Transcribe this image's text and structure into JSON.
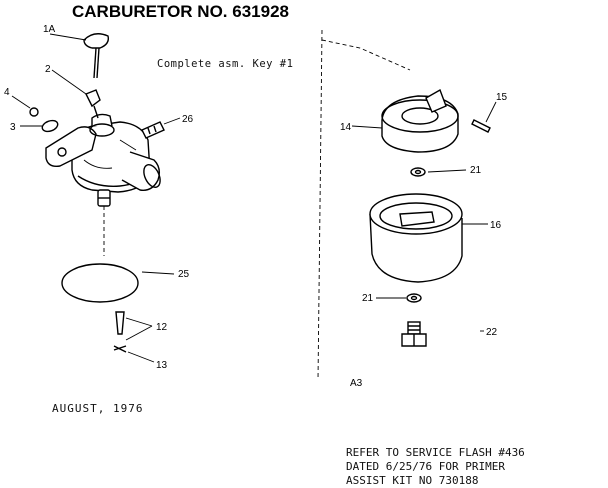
{
  "title": "CARBURETOR NO. 631928",
  "subtitle": "Complete asm. Key #1",
  "date": "AUGUST, 1976",
  "sheet": "A3",
  "note": {
    "line1": "REFER TO SERVICE FLASH #436",
    "line2": "DATED 6/25/76 FOR PRIMER",
    "line3": "ASSIST KIT NO 730188"
  },
  "callouts": {
    "c1a": "1A",
    "c2": "2",
    "c3": "3",
    "c4": "4",
    "c26": "26",
    "c25": "25",
    "c12": "12",
    "c13": "13",
    "c15": "15",
    "c14": "14",
    "c21a": "21",
    "c16": "16",
    "c21b": "21",
    "c22": "22"
  }
}
